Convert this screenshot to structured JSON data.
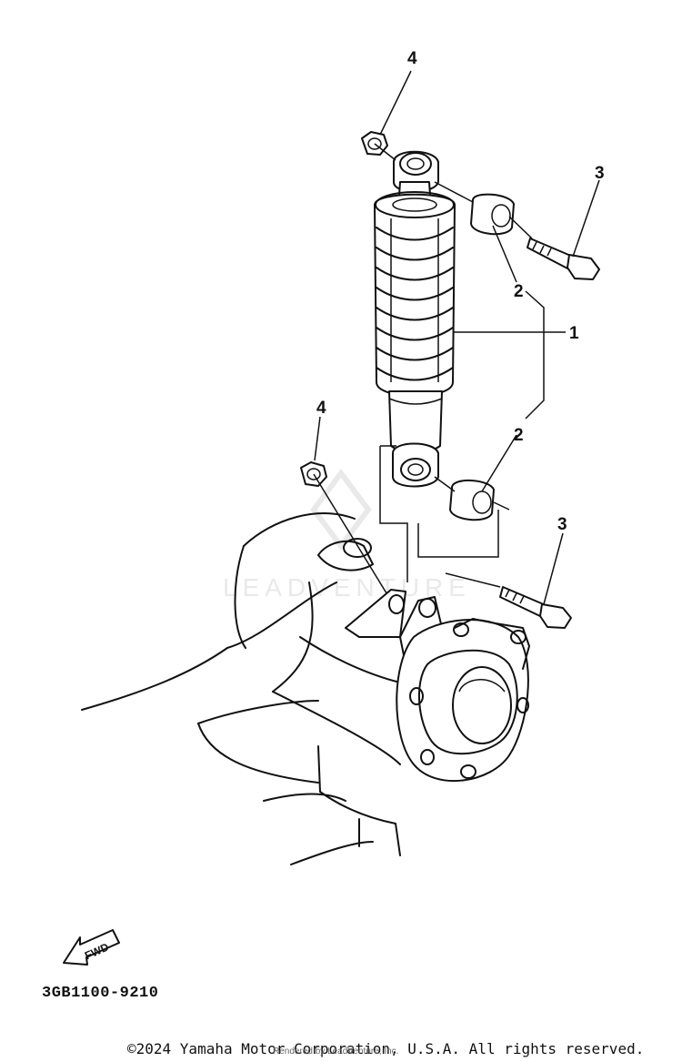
{
  "callouts": {
    "part1": "1",
    "part2_top": "2",
    "part2_bottom": "2",
    "part3_top": "3",
    "part3_bottom": "3",
    "part4_top": "4",
    "part4_bottom": "4"
  },
  "fwd_label": "FWD",
  "diagram_code": "3GB1100-9210",
  "copyright": "©2024 Yamaha Motor Corporation, U.S.A. All rights reserved.",
  "rendered_by": "Rendered by LeadVenture, Inc.",
  "watermark_text": "LEADVENTURE"
}
